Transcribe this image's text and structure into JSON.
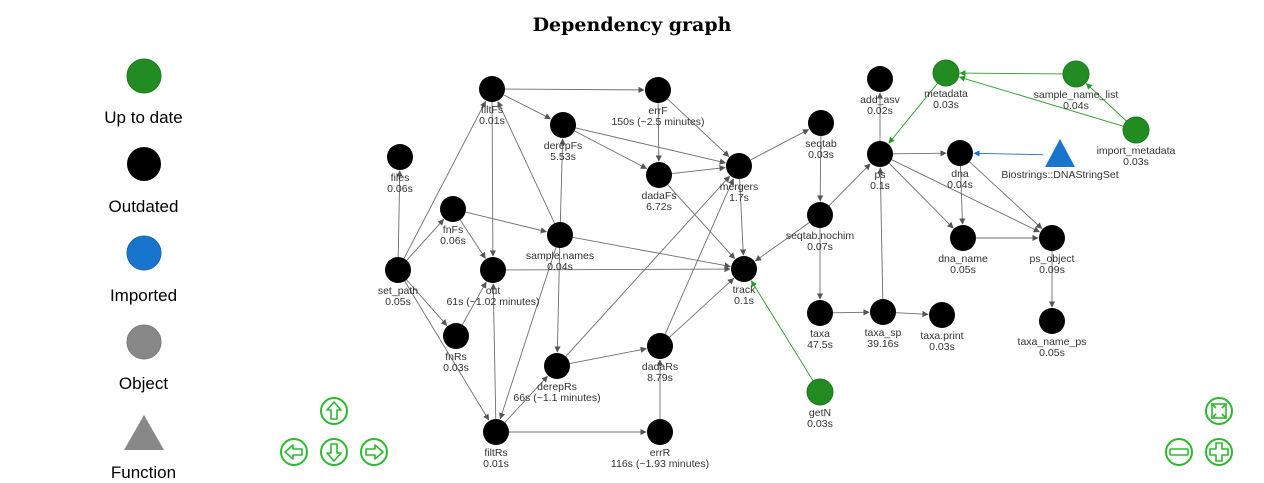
{
  "title": "Dependency graph",
  "legend": [
    {
      "key": "up_to_date",
      "label": "Up to date",
      "color": "#228b22",
      "shape": "circle"
    },
    {
      "key": "outdated",
      "label": "Outdated",
      "color": "#000000",
      "shape": "circle"
    },
    {
      "key": "imported",
      "label": "Imported",
      "color": "#1874cd",
      "shape": "circle"
    },
    {
      "key": "object",
      "label": "Object",
      "color": "#888888",
      "shape": "circle"
    },
    {
      "key": "function",
      "label": "Function",
      "color": "#888888",
      "shape": "triangle"
    }
  ],
  "nodes": [
    {
      "id": "filtFs",
      "label": "filtFs",
      "time": "0.01s",
      "status": "outdated"
    },
    {
      "id": "errF",
      "label": "errF",
      "time": "150s (~2.5 minutes)",
      "status": "outdated"
    },
    {
      "id": "derepFs",
      "label": "derepFs",
      "time": "5.53s",
      "status": "outdated"
    },
    {
      "id": "dadaFs",
      "label": "dadaFs",
      "time": "6.72s",
      "status": "outdated"
    },
    {
      "id": "files",
      "label": "files",
      "time": "0.06s",
      "status": "outdated"
    },
    {
      "id": "fnFs",
      "label": "fnFs",
      "time": "0.06s",
      "status": "outdated"
    },
    {
      "id": "set_path",
      "label": "set_path",
      "time": "0.05s",
      "status": "outdated"
    },
    {
      "id": "out",
      "label": "out",
      "time": "61s (~1.02 minutes)",
      "status": "outdated"
    },
    {
      "id": "sample.names",
      "label": "sample.names",
      "time": "0.04s",
      "status": "outdated"
    },
    {
      "id": "fnRs",
      "label": "fnRs",
      "time": "0.03s",
      "status": "outdated"
    },
    {
      "id": "filtRs",
      "label": "filtRs",
      "time": "0.01s",
      "status": "outdated"
    },
    {
      "id": "derepRs",
      "label": "derepRs",
      "time": "66s (~1.1 minutes)",
      "status": "outdated"
    },
    {
      "id": "dadaRs",
      "label": "dadaRs",
      "time": "8.79s",
      "status": "outdated"
    },
    {
      "id": "errR",
      "label": "errR",
      "time": "116s (~1.93 minutes)",
      "status": "outdated"
    },
    {
      "id": "mergers",
      "label": "mergers",
      "time": "1.7s",
      "status": "outdated"
    },
    {
      "id": "track",
      "label": "track",
      "time": "0.1s",
      "status": "outdated"
    },
    {
      "id": "seqtab",
      "label": "seqtab",
      "time": "0.03s",
      "status": "outdated"
    },
    {
      "id": "seqtab.nochim",
      "label": "seqtab.nochim",
      "time": "0.07s",
      "status": "outdated"
    },
    {
      "id": "getN",
      "label": "getN",
      "time": "0.03s",
      "status": "up_to_date"
    },
    {
      "id": "taxa",
      "label": "taxa",
      "time": "47.5s",
      "status": "outdated"
    },
    {
      "id": "taxa_sp",
      "label": "taxa_sp",
      "time": "39.16s",
      "status": "outdated"
    },
    {
      "id": "taxa.print",
      "label": "taxa.print",
      "time": "0.03s",
      "status": "outdated"
    },
    {
      "id": "add_asv",
      "label": "add_asv",
      "time": "0.02s",
      "status": "outdated"
    },
    {
      "id": "ps",
      "label": "ps",
      "time": "0.1s",
      "status": "outdated"
    },
    {
      "id": "metadata",
      "label": "metadata",
      "time": "0.03s",
      "status": "up_to_date"
    },
    {
      "id": "sample_name_list",
      "label": "sample_name_list",
      "time": "0.04s",
      "status": "up_to_date"
    },
    {
      "id": "import_metadata",
      "label": "import_metadata",
      "time": "0.03s",
      "status": "up_to_date"
    },
    {
      "id": "dna",
      "label": "dna",
      "time": "0.04s",
      "status": "outdated"
    },
    {
      "id": "Biostrings::DNAStringSet",
      "label": "Biostrings::DNAStringSet",
      "time": "",
      "status": "imported",
      "shape": "triangle"
    },
    {
      "id": "dna_name",
      "label": "dna_name",
      "time": "0.05s",
      "status": "outdated"
    },
    {
      "id": "ps_object",
      "label": "ps_object",
      "time": "0.09s",
      "status": "outdated"
    },
    {
      "id": "taxa_name_ps",
      "label": "taxa_name_ps",
      "time": "0.05s",
      "status": "outdated"
    }
  ],
  "edges": [
    [
      "set_path",
      "files"
    ],
    [
      "set_path",
      "filtFs"
    ],
    [
      "set_path",
      "fnFs"
    ],
    [
      "set_path",
      "fnRs"
    ],
    [
      "set_path",
      "filtRs"
    ],
    [
      "fnFs",
      "out"
    ],
    [
      "fnFs",
      "sample.names"
    ],
    [
      "fnRs",
      "out"
    ],
    [
      "filtFs",
      "out"
    ],
    [
      "filtFs",
      "derepFs"
    ],
    [
      "filtFs",
      "errF"
    ],
    [
      "filtRs",
      "out"
    ],
    [
      "filtRs",
      "derepRs"
    ],
    [
      "filtRs",
      "errR"
    ],
    [
      "sample.names",
      "filtFs"
    ],
    [
      "sample.names",
      "filtRs"
    ],
    [
      "sample.names",
      "derepFs"
    ],
    [
      "sample.names",
      "derepRs"
    ],
    [
      "sample.names",
      "track"
    ],
    [
      "out",
      "track"
    ],
    [
      "errF",
      "dadaFs"
    ],
    [
      "derepFs",
      "dadaFs"
    ],
    [
      "derepFs",
      "mergers"
    ],
    [
      "dadaFs",
      "mergers"
    ],
    [
      "dadaFs",
      "track"
    ],
    [
      "errF",
      "mergers"
    ],
    [
      "errR",
      "dadaRs"
    ],
    [
      "derepRs",
      "dadaRs"
    ],
    [
      "derepRs",
      "mergers"
    ],
    [
      "dadaRs",
      "mergers"
    ],
    [
      "dadaRs",
      "track"
    ],
    [
      "mergers",
      "seqtab"
    ],
    [
      "mergers",
      "track"
    ],
    [
      "seqtab",
      "seqtab.nochim"
    ],
    [
      "seqtab.nochim",
      "track"
    ],
    [
      "seqtab.nochim",
      "taxa"
    ],
    [
      "seqtab.nochim",
      "ps"
    ],
    [
      "getN",
      "track"
    ],
    [
      "taxa",
      "taxa_sp"
    ],
    [
      "taxa_sp",
      "taxa.print"
    ],
    [
      "taxa_sp",
      "ps"
    ],
    [
      "ps",
      "add_asv"
    ],
    [
      "ps",
      "dna"
    ],
    [
      "ps",
      "dna_name"
    ],
    [
      "ps",
      "ps_object"
    ],
    [
      "metadata",
      "ps"
    ],
    [
      "sample_name_list",
      "metadata"
    ],
    [
      "import_metadata",
      "metadata"
    ],
    [
      "import_metadata",
      "sample_name_list"
    ],
    [
      "Biostrings::DNAStringSet",
      "dna"
    ],
    [
      "dna",
      "dna_name"
    ],
    [
      "dna",
      "ps_object"
    ],
    [
      "dna_name",
      "ps_object"
    ],
    [
      "ps_object",
      "taxa_name_ps"
    ]
  ],
  "controls": {
    "up": "move-up",
    "left": "move-left",
    "down": "move-down",
    "right": "move-right",
    "fit": "zoom-extends",
    "zoom_out": "zoom-out",
    "zoom_in": "zoom-in",
    "color": "#2db82d"
  }
}
